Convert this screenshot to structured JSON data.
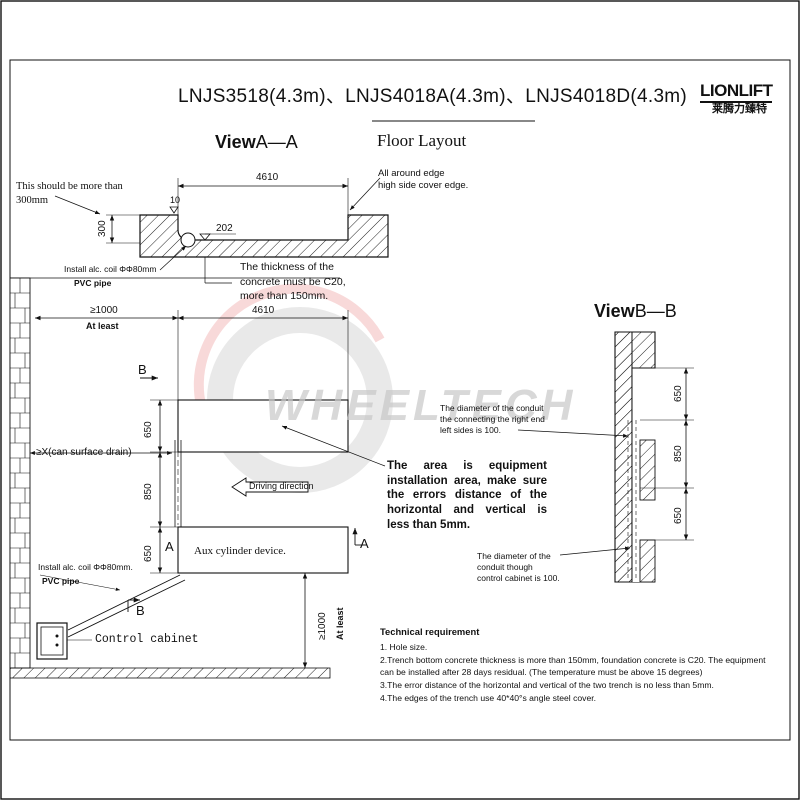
{
  "header": {
    "title": "LNJS3518(4.3m)、LNJS4018A(4.3m)、LNJS4018D(4.3m)",
    "brand_logo": "LIONLIFT",
    "brand_cn": "莱腾力臻特"
  },
  "watermark": {
    "text": "WHEELTECH"
  },
  "view_aa": {
    "title_bold": "View",
    "title_rest": "A—A",
    "floor_layout": "Floor Layout",
    "note_300": "This should be more than\n300mm",
    "dim_4610_top": "4610",
    "dim_10": "10",
    "dim_300": "300",
    "dim_202": "202",
    "edge_note_1": "All around edge",
    "edge_note_2": "high side cover edge.",
    "thickness_1": "The thickness of the",
    "thickness_2": "concrete must be C20,",
    "thickness_3": "more than 150mm.",
    "coil_1": "Install alc. coil ΦΦ80mm",
    "pvc_1": "PVC pipe"
  },
  "plan": {
    "dim_1000": "≥1000",
    "at_least": "At least",
    "dim_4610": "4610",
    "label_b_top": "B",
    "dim_650_a": "650",
    "surface_drain": "≥X(can surface drain)",
    "dim_850": "850",
    "dim_650_b": "650",
    "driving_direction": "Driving direction",
    "aux_cylinder": "Aux cylinder device.",
    "label_a_1": "A",
    "label_a_2": "A",
    "coil_2": "Install alc. coil ΦΦ80mm.",
    "pvc_2": "PVC pipe",
    "label_b_bottom": "B",
    "control_cabinet": "Control cabinet",
    "dim_1000_right": "≥1000",
    "at_least_right": "At least"
  },
  "area_note": "The area is equipment installation area, make sure the errors distance of the horizontal and vertical is less than 5mm.",
  "view_bb": {
    "title_bold": "View",
    "title_rest": "B—B",
    "dim_650_a": "650",
    "dim_850": "850",
    "dim_650_b": "650",
    "conduit_note_1": "The diameter of the conduit\nthe connecting the right end\nleft sides is 100.",
    "conduit_note_2": "The diameter of the\nconduit though\ncontrol cabinet is 100."
  },
  "technical": {
    "title": "Technical requirement",
    "items": [
      "1. Hole size.",
      "2.Trench bottom concrete thickness is more than 150mm, foundation concrete is C20. The equipment can be installed after 28 days residual. (The temperature must be above 15 degrees)",
      "3.The error distance of the horizontal and vertical of the two trench is no less than 5mm.",
      "4.The edges of the trench use 40*40°s angle steel cover."
    ]
  }
}
